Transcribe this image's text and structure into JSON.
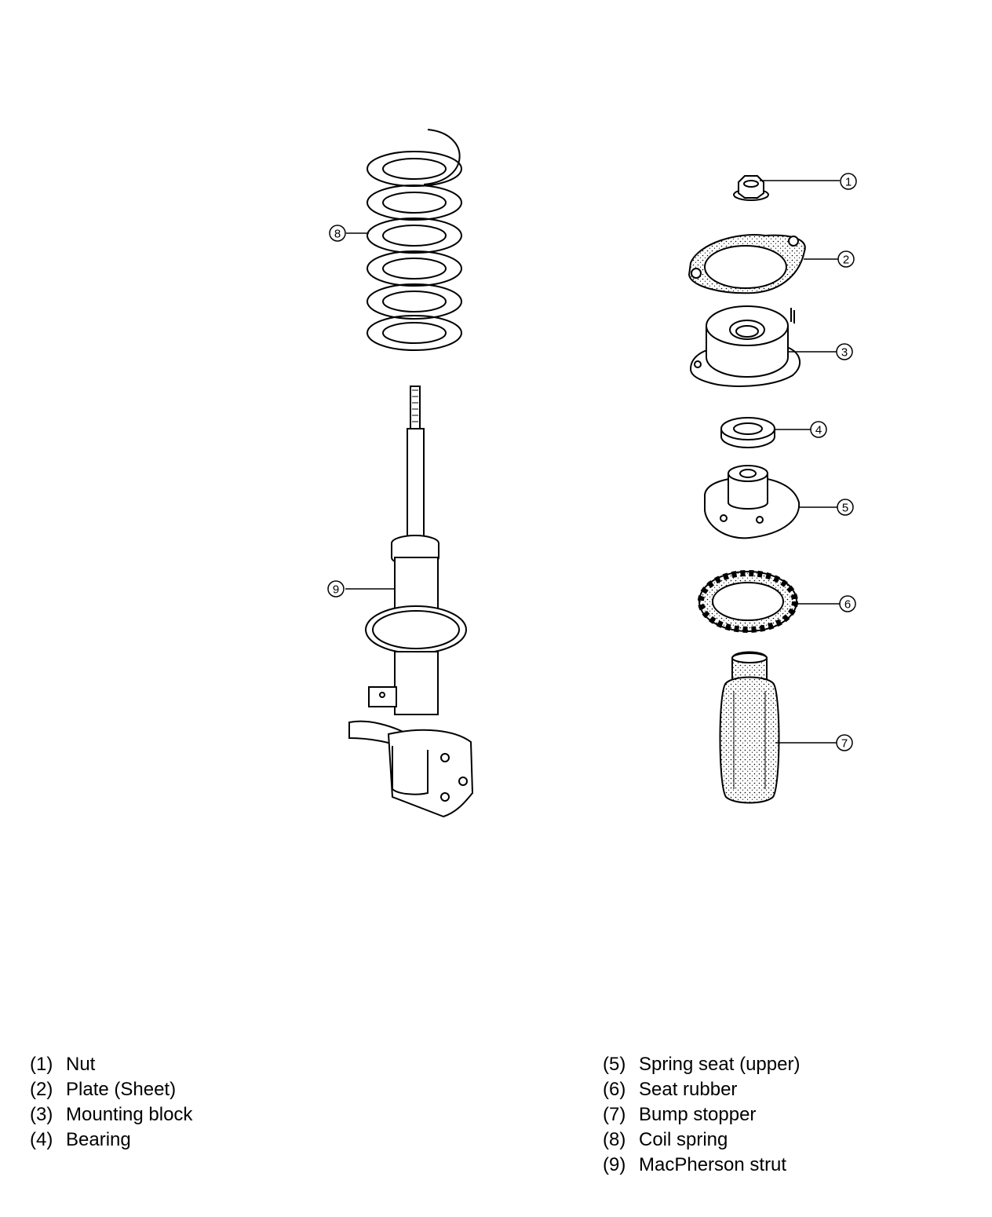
{
  "callouts": {
    "c1": "1",
    "c2": "2",
    "c3": "3",
    "c4": "4",
    "c5": "5",
    "c6": "6",
    "c7": "7",
    "c8": "8",
    "c9": "9"
  },
  "legend": {
    "left": [
      {
        "num": "(1)",
        "label": "Nut"
      },
      {
        "num": "(2)",
        "label": "Plate (Sheet)"
      },
      {
        "num": "(3)",
        "label": "Mounting block"
      },
      {
        "num": "(4)",
        "label": "Bearing"
      }
    ],
    "right": [
      {
        "num": "(5)",
        "label": "Spring seat (upper)"
      },
      {
        "num": "(6)",
        "label": "Seat rubber"
      },
      {
        "num": "(7)",
        "label": "Bump stopper"
      },
      {
        "num": "(8)",
        "label": "Coil spring"
      },
      {
        "num": "(9)",
        "label": "MacPherson strut"
      }
    ]
  }
}
